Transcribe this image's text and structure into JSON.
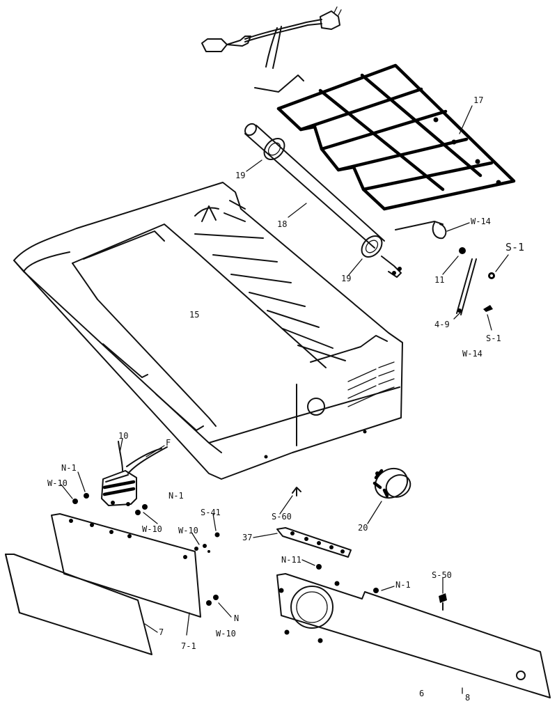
{
  "labels": {
    "p17": "17",
    "p19a": "19",
    "p18": "18",
    "p19b": "19",
    "w14a": "W-14",
    "s1a": "S-1",
    "p11": "11",
    "p49": "4-9",
    "s1b": "S-1",
    "w14b": "W-14",
    "p15": "15",
    "p10": "10",
    "f": "F",
    "n1a": "N-1",
    "w10a": "W-10",
    "n1b": "N-1",
    "w10b": "W-10",
    "s41": "S-41",
    "w10c": "W-10",
    "s60": "S-60",
    "p20": "20",
    "p37": "37",
    "n11": "N-11",
    "n1c": "N-1",
    "s50": "S-50",
    "n": "N",
    "w10d": "W-10",
    "p7": "7",
    "p71": "7-1",
    "p6": "6",
    "p8": "8"
  }
}
